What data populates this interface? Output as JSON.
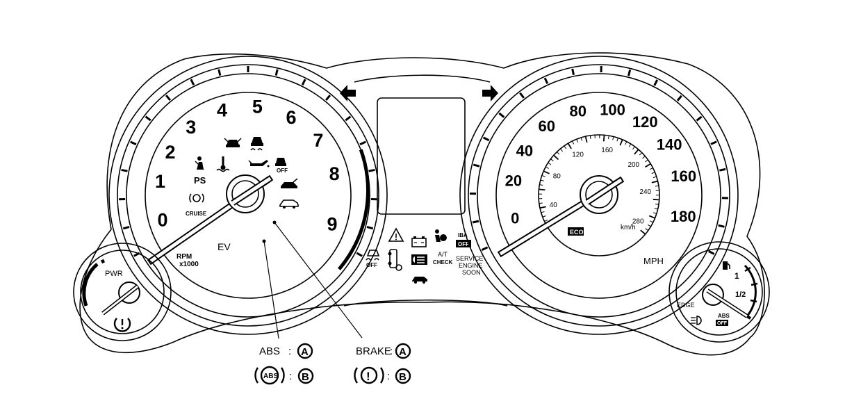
{
  "tachometer": {
    "numbers": [
      "0",
      "1",
      "2",
      "3",
      "4",
      "5",
      "6",
      "7",
      "8",
      "9"
    ],
    "unit_line1": "RPM",
    "unit_line2": "x1000",
    "mode_label": "EV",
    "ps_label": "PS",
    "cruise_label": "CRUISE",
    "icons": [
      "seatbelt-warning-icon",
      "coolant-temperature-icon",
      "door-open-icon",
      "slip-indicator-icon",
      "oil-pressure-icon",
      "vdc-off-icon",
      "trunk-open-icon",
      "vehicle-icon",
      "parking-brake-icon"
    ]
  },
  "speedometer": {
    "mph_numbers": [
      "0",
      "20",
      "40",
      "60",
      "80",
      "100",
      "120",
      "140",
      "160",
      "180"
    ],
    "kmh_numbers": [
      "40",
      "80",
      "120",
      "160",
      "200",
      "240",
      "280"
    ],
    "mph_unit": "MPH",
    "kmh_unit": "km/h",
    "eco_label": "ECO"
  },
  "power_gauge": {
    "label": "PWR"
  },
  "fuel_gauge": {
    "labels": [
      "1",
      "1/2"
    ],
    "edge_label": "EDGE",
    "abs_off_top": "ABS",
    "abs_off_bottom": "OFF"
  },
  "center_indicators": {
    "iba_top": "IBA",
    "iba_bottom": "OFF",
    "off_label": "OFF",
    "at_check_top": "A/T",
    "at_check_bottom": "CHECK",
    "service_engine_soon": [
      "SERVICE",
      "ENGINE",
      "SOON"
    ]
  },
  "callouts": {
    "abs_label": "ABS",
    "brake_label": "BRAKE",
    "colon": ":",
    "marker_a": "A",
    "marker_b": "B",
    "abs_icon_text": "ABS",
    "brake_icon_text": "!"
  }
}
